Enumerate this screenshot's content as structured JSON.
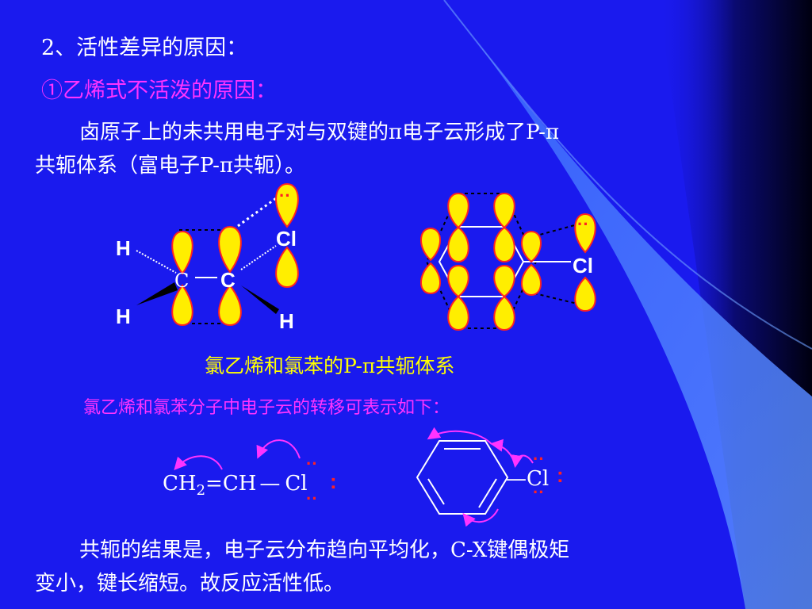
{
  "slide": {
    "heading": "2、活性差异的原因：",
    "subheading": "①乙烯式不活泼的原因：",
    "para1_line1": "卤原子上的未共用电子对与双键的π电子云形成了P-π",
    "para1_line2": "共轭体系（富电子P-π共轭）。",
    "caption_orbital": "氯乙烯和氯苯的P-π共轭体系",
    "caption_transfer": "氯乙烯和氯苯分子中电子云的转移可表示如下：",
    "para2_line1": "共轭的结果是，电子云分布趋向平均化，C-X键偶极矩",
    "para2_line2": "变小，键长缩短。故反应活性低。"
  },
  "vinyl_orbital": {
    "H_top": "H",
    "H_bottom": "H",
    "H_right": "H",
    "C_left": "C",
    "C_right": "C",
    "Cl": "Cl",
    "lone_pair": "··"
  },
  "benzene_orbital": {
    "Cl": "Cl",
    "lone_pair": "··"
  },
  "vinyl_formula": {
    "ch2": "CH",
    "sub2": "2",
    "eqch": "=CH",
    "bond": "—",
    "cl": "Cl",
    "dots": "··",
    "colon": ":"
  },
  "benzene_formula": {
    "bond": "—",
    "cl": "Cl",
    "dots": "··",
    "colon": ":"
  },
  "colors": {
    "background": "#1a1aee",
    "orbital_fill": "#ffee00",
    "orbital_stroke": "#ff2222",
    "arrow": "#ff33ff",
    "lone_pair": "#ff2222",
    "caption_yellow": "#ffff00",
    "magenta": "#ff33ff"
  }
}
